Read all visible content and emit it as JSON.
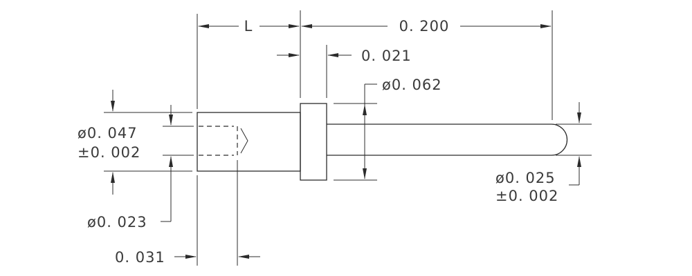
{
  "dimensions": {
    "length_label": "L",
    "overall_length": "0. 200",
    "flange_thickness": "0. 021",
    "flange_diameter": "ø0. 062",
    "body_diameter": "ø0. 047",
    "body_diameter_tolerance": "±0. 002",
    "pin_diameter": "ø0. 025",
    "pin_diameter_tolerance": "±0. 002",
    "bore_diameter": "ø0. 023",
    "bore_depth": "0. 031"
  }
}
